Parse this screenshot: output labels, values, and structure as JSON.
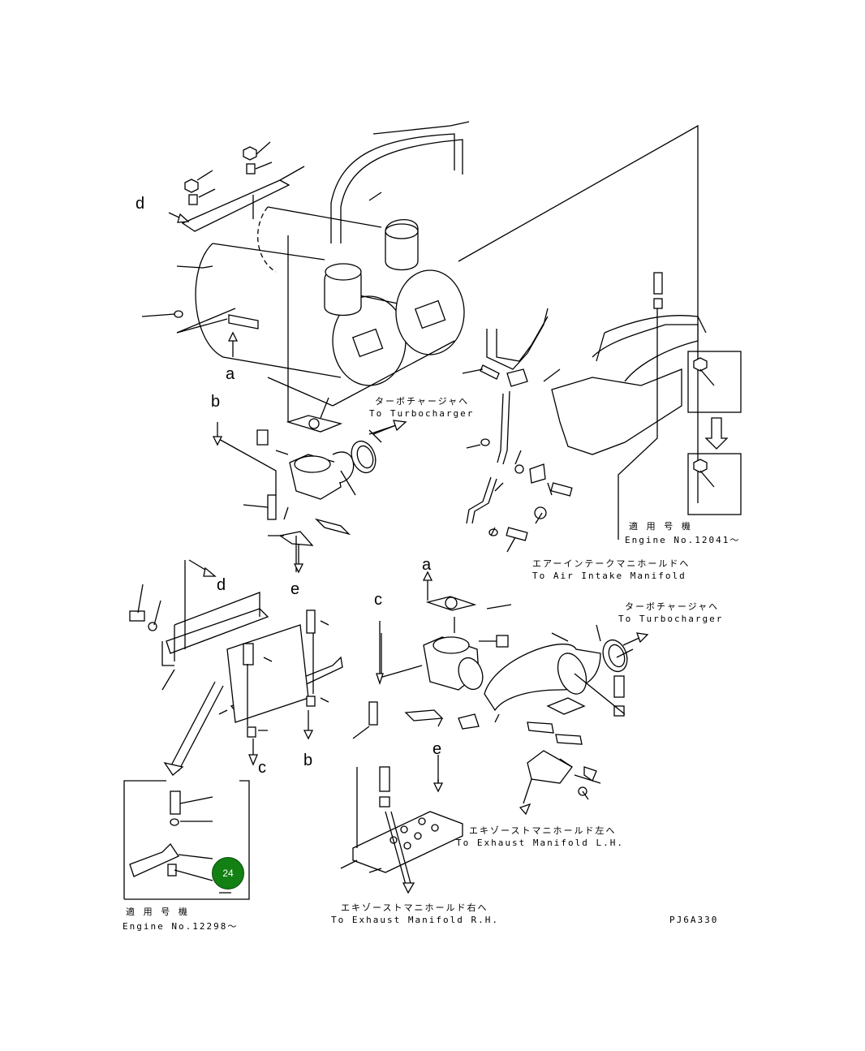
{
  "refs": {
    "a_top": "a",
    "b_top": "b",
    "d_top": "d",
    "e_top": "e",
    "d_mid": "d",
    "a_mid": "a",
    "c_mid": "c",
    "e_mid": "e",
    "c_low": "c",
    "b_low": "b"
  },
  "labels": {
    "turbo1_jp": "ターボチャージャへ",
    "turbo1_en": "To Turbocharger",
    "engine1_jp": "適 用 号 機",
    "engine1_en": "Engine No.12041～",
    "air_intake_jp": "エアーインテークマニホールドへ",
    "air_intake_en": "To Air Intake Manifold",
    "turbo2_jp": "ターボチャージャへ",
    "turbo2_en": "To Turbocharger",
    "exh_lh_jp": "エキゾーストマニホールド左へ",
    "exh_lh_en": "To Exhaust Manifold L.H.",
    "engine2_jp": "適 用 号 機",
    "engine2_en": "Engine No.12298～",
    "exh_rh_jp": "エキゾーストマニホールド右へ",
    "exh_rh_en": "To Exhaust Manifold R.H.",
    "drawing_code": "PJ6A330"
  },
  "hotspot": {
    "label": "24",
    "color": "#128012"
  }
}
